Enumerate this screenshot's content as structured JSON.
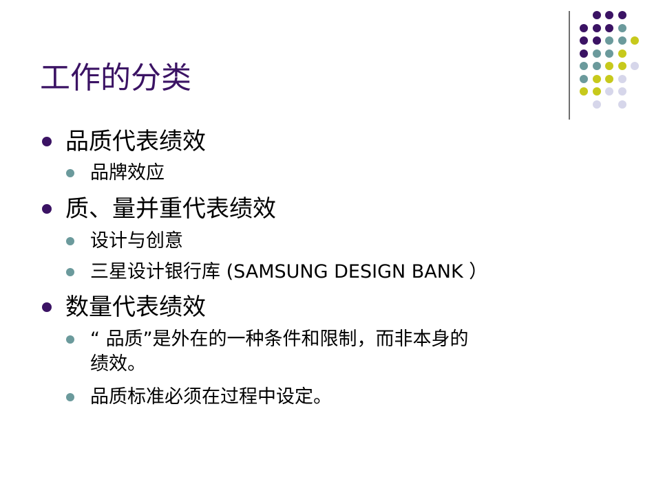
{
  "slide": {
    "title": "工作的分类",
    "items": [
      {
        "level": 1,
        "text": "品质代表绩效"
      },
      {
        "level": 2,
        "text": "品牌效应"
      },
      {
        "level": 1,
        "text": "质、量并重代表绩效"
      },
      {
        "level": 2,
        "text": "设计与创意"
      },
      {
        "level": 2,
        "text": "三星设计银行库 (SAMSUNG DESIGN BANK ）"
      },
      {
        "level": 1,
        "text": "数量代表绩效"
      },
      {
        "level": 2,
        "text": "“ 品质”是外在的一种条件和限制，而非本身的",
        "continuation": "绩效。"
      },
      {
        "level": 2,
        "text": "品质标准必须在过程中设定。"
      }
    ]
  },
  "colors": {
    "title": "#3b1364",
    "bullet_level1": "#3b1364",
    "bullet_level2": "#6b9a9c",
    "dot_purple": "#3b1364",
    "dot_teal": "#6b9a9c",
    "dot_yellow": "#c7c91c",
    "dot_lavender": "#d6d6ea",
    "divider": "#6e6e6e"
  }
}
